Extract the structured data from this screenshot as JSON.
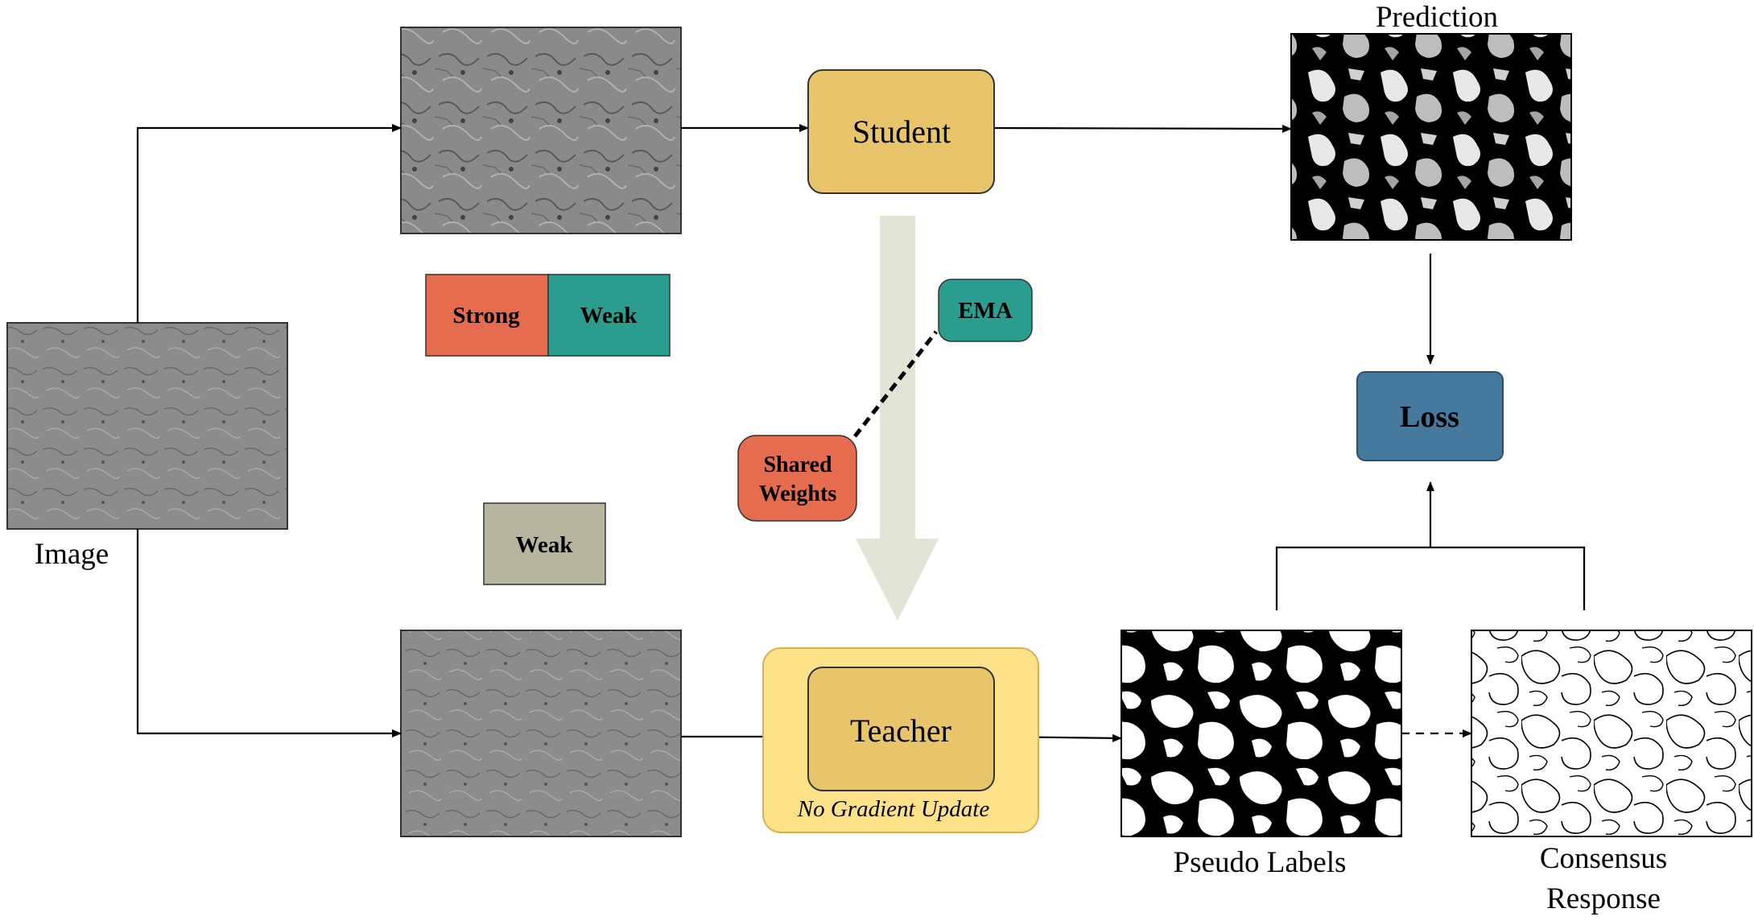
{
  "labels": {
    "image": "Image",
    "student": "Student",
    "teacher": "Teacher",
    "no_gradient": "No Gradient Update",
    "prediction": "Prediction",
    "loss": "Loss",
    "pseudo_labels": "Pseudo Labels",
    "consensus_line1": "Consensus",
    "consensus_line2": "Response",
    "strong": "Strong",
    "weak_top": "Weak",
    "weak_bottom": "Weak",
    "ema": "EMA",
    "shared_line1": "Shared",
    "shared_line2": "Weights"
  },
  "colors": {
    "student": "#E8C46A",
    "teacher_outer": "#FDE28A",
    "teacher_inner": "#E8C46A",
    "loss": "#457A9E",
    "strong": "#E66C4F",
    "weak_teal": "#2A9D8F",
    "weak_gray": "#B5B5A0",
    "ema": "#2A9D8F",
    "shared": "#E66C4F",
    "big_arrow": "#E2E4D6"
  }
}
